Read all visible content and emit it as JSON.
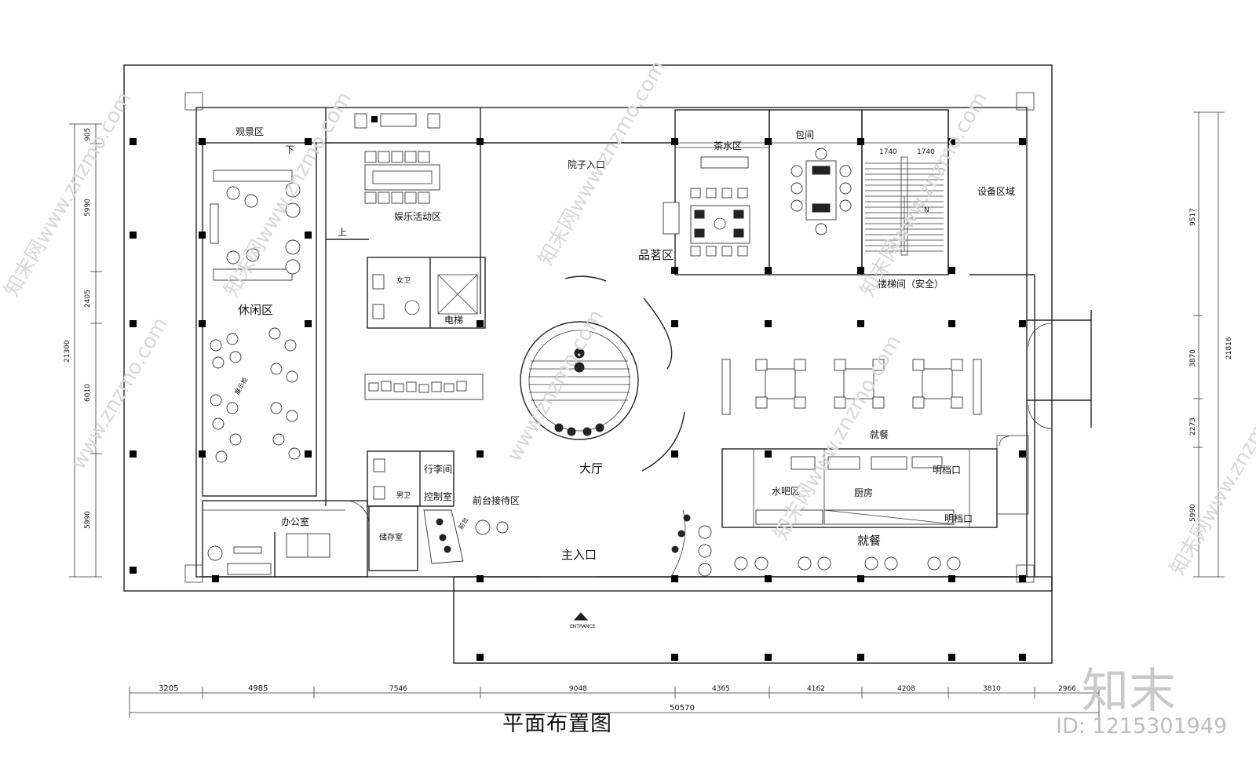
{
  "title": "平面布置图",
  "brand": "知末",
  "image_id": "ID: 1215301949",
  "watermark": "www.znzmo.com",
  "watermark_alt": "知末网www.znzmo.com",
  "rooms": {
    "viewing": "观景区",
    "leisure": "休闲区",
    "office": "办公室",
    "entertainment": "娱乐活动区",
    "courtyard_entry": "院子入口",
    "tea_water": "茶水区",
    "tea_tasting": "品茗区",
    "private_room": "包间",
    "stairwell": "楼梯间（安全）",
    "equipment": "设备区域",
    "elevator": "电梯",
    "female_wc": "女卫",
    "male_wc": "男卫",
    "luggage": "行李间",
    "control": "控制室",
    "storage": "储存室",
    "reception": "前台接待区",
    "lobby": "大厅",
    "main_entry": "主入口",
    "water_bar": "水吧区",
    "kitchen": "厨房",
    "open_stall_1": "明档口",
    "open_stall_2": "明档口",
    "dining_1": "就餐",
    "dining_2": "就餐",
    "up_label": "上",
    "down_label": "下",
    "north_label": "N",
    "entrance_sign": "ENTRANCE",
    "shelf_label": "展示柜",
    "front_label": "前台"
  },
  "stair_dims": [
    "1740",
    "1740"
  ],
  "dims_bottom": [
    "3205",
    "4985",
    "7546",
    "9048",
    "4365",
    "4162",
    "4208",
    "3810",
    "2966"
  ],
  "dim_total": "50570",
  "dims_left": [
    "905",
    "5990",
    "2405",
    "6010",
    "5990"
  ],
  "dim_left_total": "21300",
  "dims_right": [
    "9517",
    "3870",
    "2273",
    "5990"
  ],
  "dim_right_total": "21816"
}
